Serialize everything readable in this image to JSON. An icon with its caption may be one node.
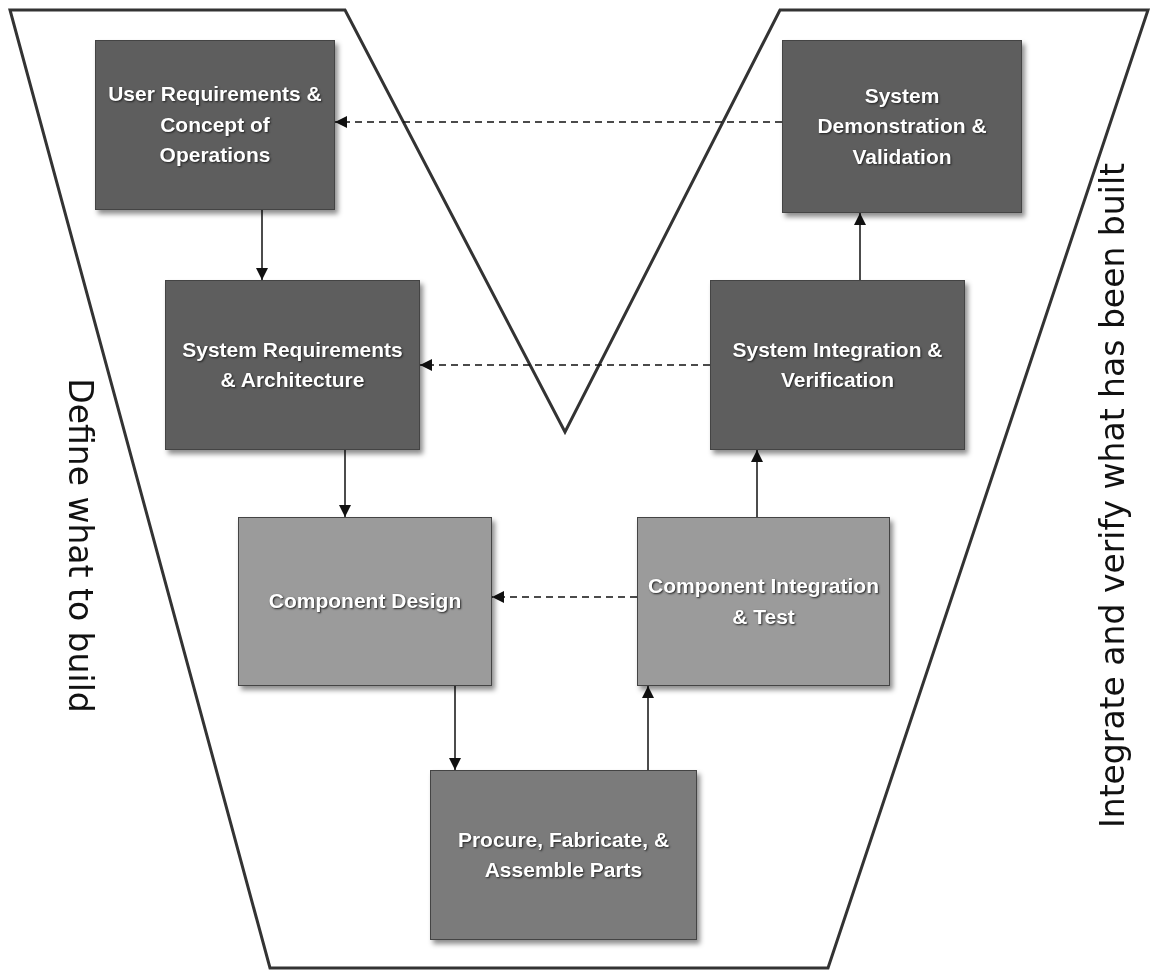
{
  "diagram": {
    "nodes": [
      {
        "text": [
          "User Requirements & Concept of Operations"
        ]
      },
      {
        "text": [
          "System Demonstration & Validation"
        ]
      },
      {
        "text": [
          "System Requirements & Architecture"
        ]
      },
      {
        "text": [
          "System Integration & Verification"
        ]
      },
      {
        "text": [
          "Component Design"
        ]
      },
      {
        "text": [
          "Component Integration & Test"
        ]
      },
      {
        "text": [
          "Procure, Fabricate, & Assemble Parts"
        ]
      }
    ],
    "edges": [
      {
        "from": 0,
        "to": 2,
        "arrow": "to"
      },
      {
        "from": 2,
        "to": 4,
        "arrow": "to"
      },
      {
        "from": 4,
        "to": 6,
        "arrow": "to"
      },
      {
        "from": 6,
        "to": 5,
        "arrow": "to"
      },
      {
        "from": 5,
        "to": 3,
        "arrow": "to"
      },
      {
        "from": 3,
        "to": 1,
        "arrow": "to"
      },
      {
        "from": 1,
        "to": 0,
        "arrow": "to",
        "style": "dashed"
      },
      {
        "from": 3,
        "to": 2,
        "arrow": "to",
        "style": "dashed"
      },
      {
        "from": 5,
        "to": 4,
        "arrow": "to",
        "style": "dashed"
      }
    ],
    "labels": [
      "Define what to build",
      "Integrate and verify what has been built"
    ]
  }
}
